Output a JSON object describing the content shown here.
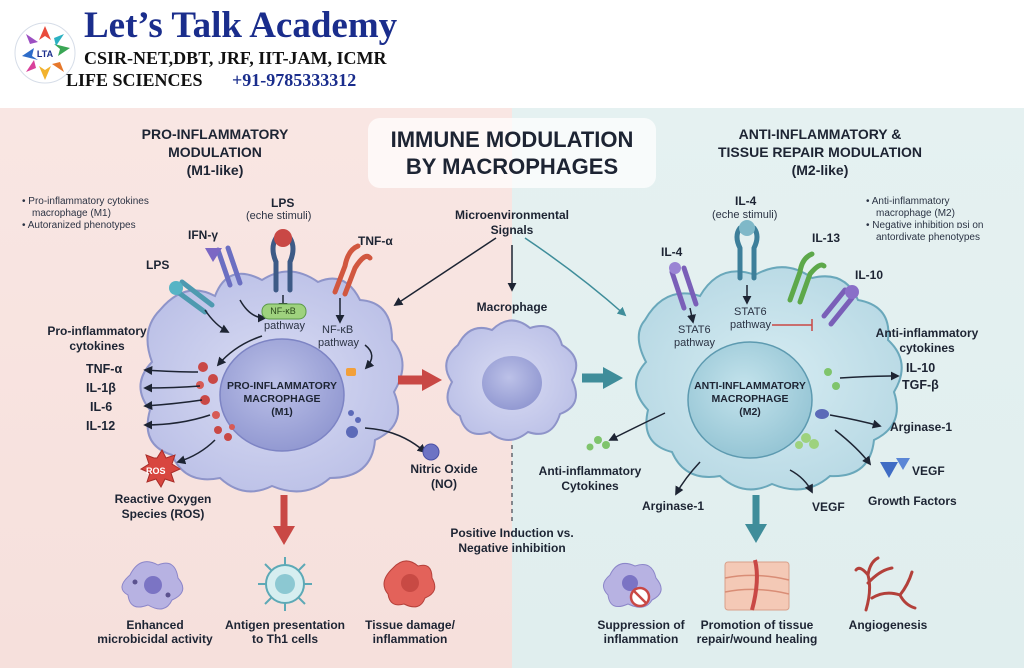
{
  "brand": {
    "title": "Let’s Talk Academy",
    "subtitle": "CSIR-NET,DBT, JRF, IIT-JAM, ICMR",
    "line3_a": "LIFE SCIENCES",
    "line3_b": "+91-9785333312",
    "logo_text": "LTA"
  },
  "title": {
    "line1": "IMMUNE MODULATION",
    "line2": "BY MACROPHAGES"
  },
  "left": {
    "heading_line1": "PRO-INFLAMMATORY",
    "heading_line2": "MODULATION",
    "heading_line3": "(M1-like)",
    "bullets": [
      "Pro-inflammatory cytokines",
      "macrophage (M1)",
      "Autoranized phenotypes"
    ],
    "receptors": {
      "lps_top": "LPS",
      "lps_top_sub": "(eche stimuli)",
      "ifn": "IFN-γ",
      "tnf": "TNF-α",
      "lps_left": "LPS"
    },
    "pathways": {
      "nfkb_badge": "NF-κB",
      "pathway_word": "pathway",
      "nfkb2": "NF-κB",
      "pathway2": "pathway"
    },
    "nucleus_line1": "PRO-INFLAMMATORY",
    "nucleus_line2": "MACROPHAGE",
    "nucleus_line3": "(M1)",
    "cytokines_label_1": "Pro-inflammatory",
    "cytokines_label_2": "cytokines",
    "cytokines": [
      "TNF-α",
      "IL-1β",
      "IL-6",
      "IL-12"
    ],
    "ros_badge": "ROS",
    "ros_label_1": "Reactive Oxygen",
    "ros_label_2": "Species (ROS)",
    "no_label_1": "Nitric Oxide",
    "no_label_2": "(NO)",
    "outcomes": [
      {
        "line1": "Enhanced",
        "line2": "microbicidal activity"
      },
      {
        "line1": "Antigen presentation",
        "line2": "to Th1 cells"
      },
      {
        "line1": "Tissue damage/",
        "line2": "inflammation"
      }
    ]
  },
  "center": {
    "signals_1": "Microenvironmental",
    "signals_2": "Signals",
    "macrophage": "Macrophage",
    "induction_1": "Positive Induction vs.",
    "induction_2": "Negative inhibition"
  },
  "right": {
    "heading_line1": "ANTI-INFLAMMATORY &",
    "heading_line2": "TISSUE REPAIR MODULATION",
    "heading_line3": "(M2-like)",
    "bullets": [
      "Anti-inflammatory",
      "macrophage (M2)",
      "Negative inhibition ɒsi on",
      "antordivate phenotypes"
    ],
    "receptors": {
      "il4_top": "IL-4",
      "il4_top_sub": "(eche stimuli)",
      "il4_left": "IL-4",
      "il13": "IL-13",
      "il10": "IL-10"
    },
    "pathways": {
      "stat6_a": "STAT6",
      "stat6_a_sub": "pathway",
      "stat6_b": "STAT6",
      "stat6_b_sub": "pathway"
    },
    "nucleus_line1": "ANTI-INFLAMMATORY",
    "nucleus_line2": "MACROPHAGE",
    "nucleus_line3": "(M2)",
    "cytokines_label_1": "Anti-inflammatory",
    "cytokines_label_2": "cytokines",
    "cytokines": [
      "IL-10",
      "TGF-β"
    ],
    "arginase_right": "Arginase-1",
    "vegf_right": "VEGF",
    "growth_factors": "Growth Factors",
    "anti_cyto_1": "Anti-inflammatory",
    "anti_cyto_2": "Cytokines",
    "arginase_bottom": "Arginase-1",
    "vegf_bottom": "VEGF",
    "outcomes": [
      {
        "line1": "Suppression of",
        "line2": "inflammation"
      },
      {
        "line1": "Promotion of tissue",
        "line2": "repair/wound healing"
      },
      {
        "line1": "Angiogenesis",
        "line2": ""
      }
    ]
  },
  "colors": {
    "left_bg": "#f8e4e1",
    "right_bg": "#e2f0f0",
    "cell_fill": "#c9cdec",
    "nucleus_fill": "#a9afdd",
    "m2_cell_fill": "#c9e3ec",
    "red_arrow": "#c94845",
    "teal_arrow": "#3f8d9a",
    "brand_blue": "#1a2d8c"
  }
}
